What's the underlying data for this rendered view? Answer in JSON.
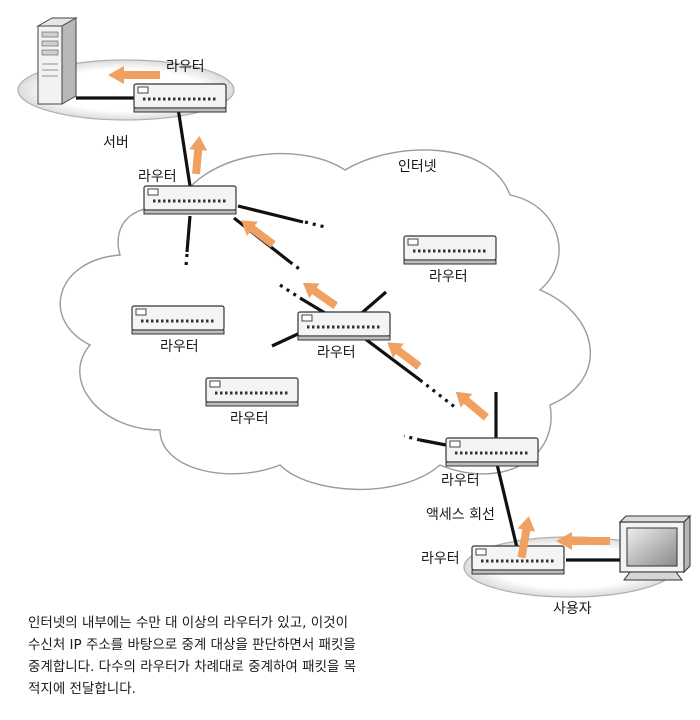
{
  "labels": {
    "internet": "인터넷",
    "server": "서버",
    "user": "사용자",
    "access_line": "액세스 회선",
    "router": "라우터"
  },
  "caption": [
    "인터넷의 내부에는 수만 대 이상의 라우터가 있고, 이것이",
    "수신처 IP 주소를 바탕으로 중계 대상을 판단하면서 패킷을",
    "중계합니다. 다수의 라우터가 차례대로 중계하여 패킷을 목",
    "적지에 전달합니다."
  ],
  "colors": {
    "arrow": "#f0a060",
    "line": "#111111",
    "router_body": "#f4f4f4",
    "cloud_stroke": "#9a9a9a"
  }
}
